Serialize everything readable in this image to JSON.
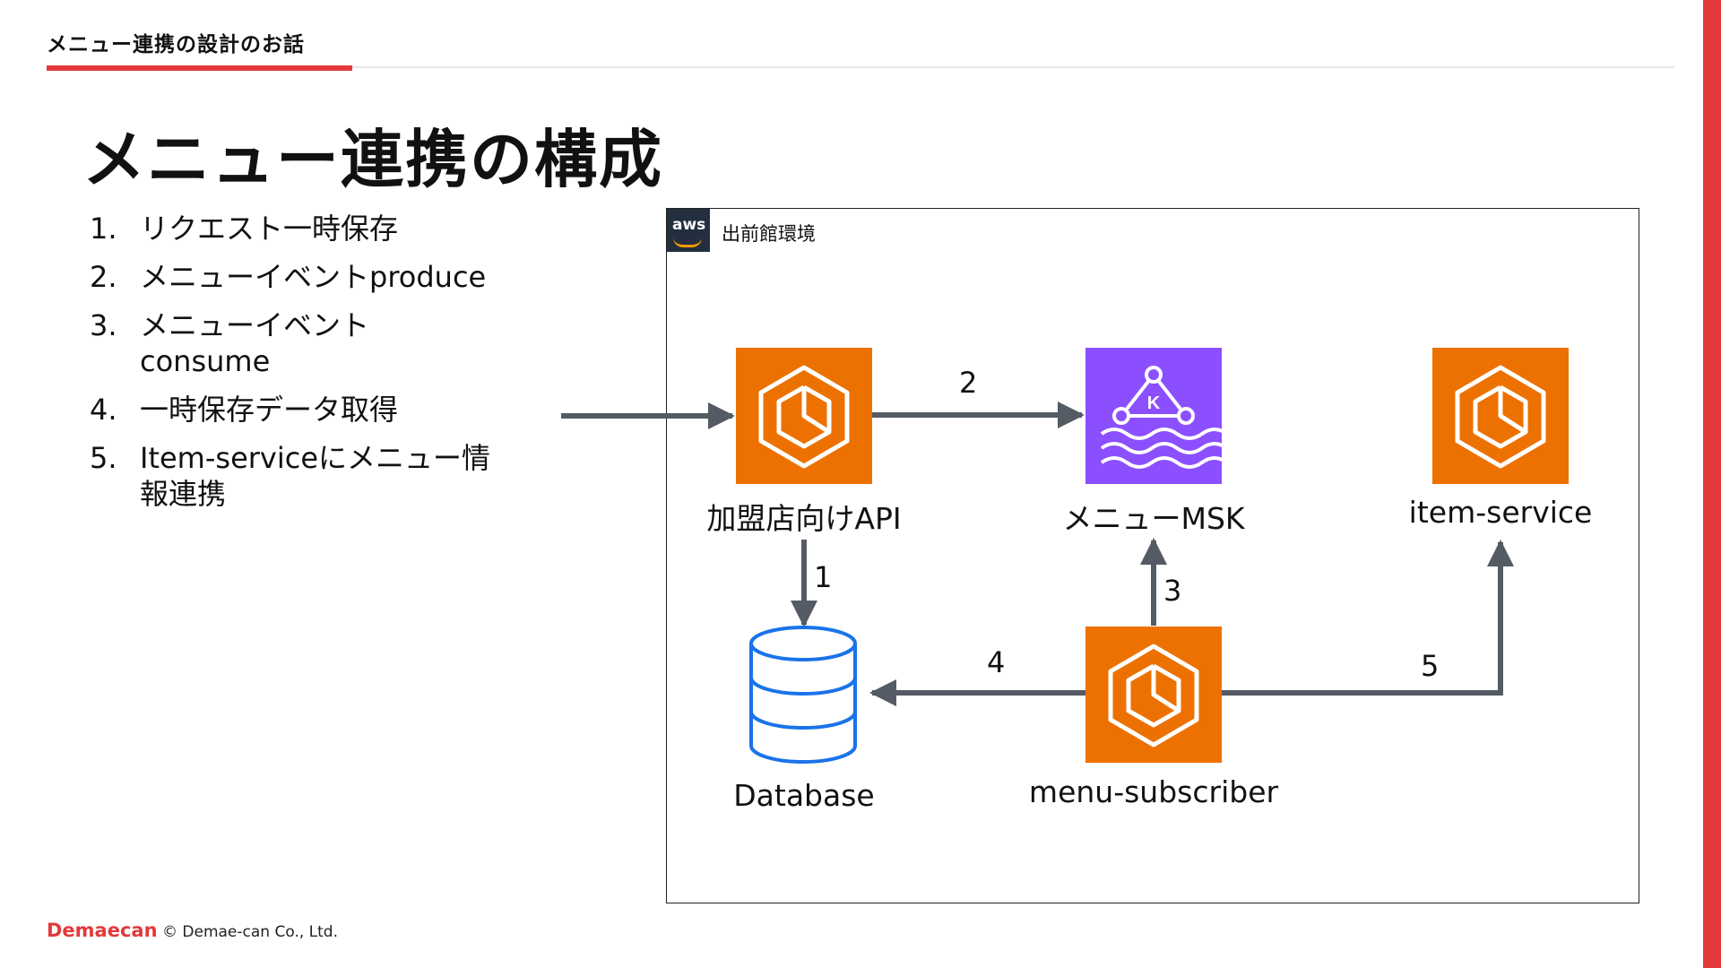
{
  "header": {
    "section_title": "メニュー連携の設計のお話"
  },
  "title": "メニュー連携の構成",
  "steps": [
    {
      "num": "1.",
      "text": "リクエスト一時保存"
    },
    {
      "num": "2.",
      "text": "メニューイベントproduce"
    },
    {
      "num": "3.",
      "text": "メニューイベントconsume"
    },
    {
      "num": "4.",
      "text": "一時保存データ取得"
    },
    {
      "num": "5.",
      "text": "Item-serviceにメニュー情報連携"
    }
  ],
  "diagram": {
    "group_label": "出前館環境",
    "aws_logo": "aws",
    "nodes": {
      "api": {
        "label": "加盟店向けAPI",
        "icon": "ecs-icon"
      },
      "msk": {
        "label": "メニューMSK",
        "icon": "kafka-msk-icon"
      },
      "item": {
        "label": "item-service",
        "icon": "ecs-icon"
      },
      "db": {
        "label": "Database",
        "icon": "database-icon"
      },
      "sub": {
        "label": "menu-subscriber",
        "icon": "ecs-icon"
      }
    },
    "edges": [
      {
        "from": "api",
        "to": "db",
        "label": "1"
      },
      {
        "from": "api",
        "to": "msk",
        "label": "2"
      },
      {
        "from": "sub",
        "to": "msk",
        "label": "3"
      },
      {
        "from": "sub",
        "to": "db",
        "label": "4"
      },
      {
        "from": "sub",
        "to": "item",
        "label": "5"
      }
    ],
    "colors": {
      "ecs": "#ed7100",
      "msk": "#8c4fff",
      "database": "#1a73e8",
      "arrow": "#545b64",
      "aws_badge": "#232f3e"
    }
  },
  "footer": {
    "brand": "Demaecan",
    "copyright": "© Demae-can Co., Ltd."
  },
  "theme": {
    "accent": "#e4393b"
  }
}
